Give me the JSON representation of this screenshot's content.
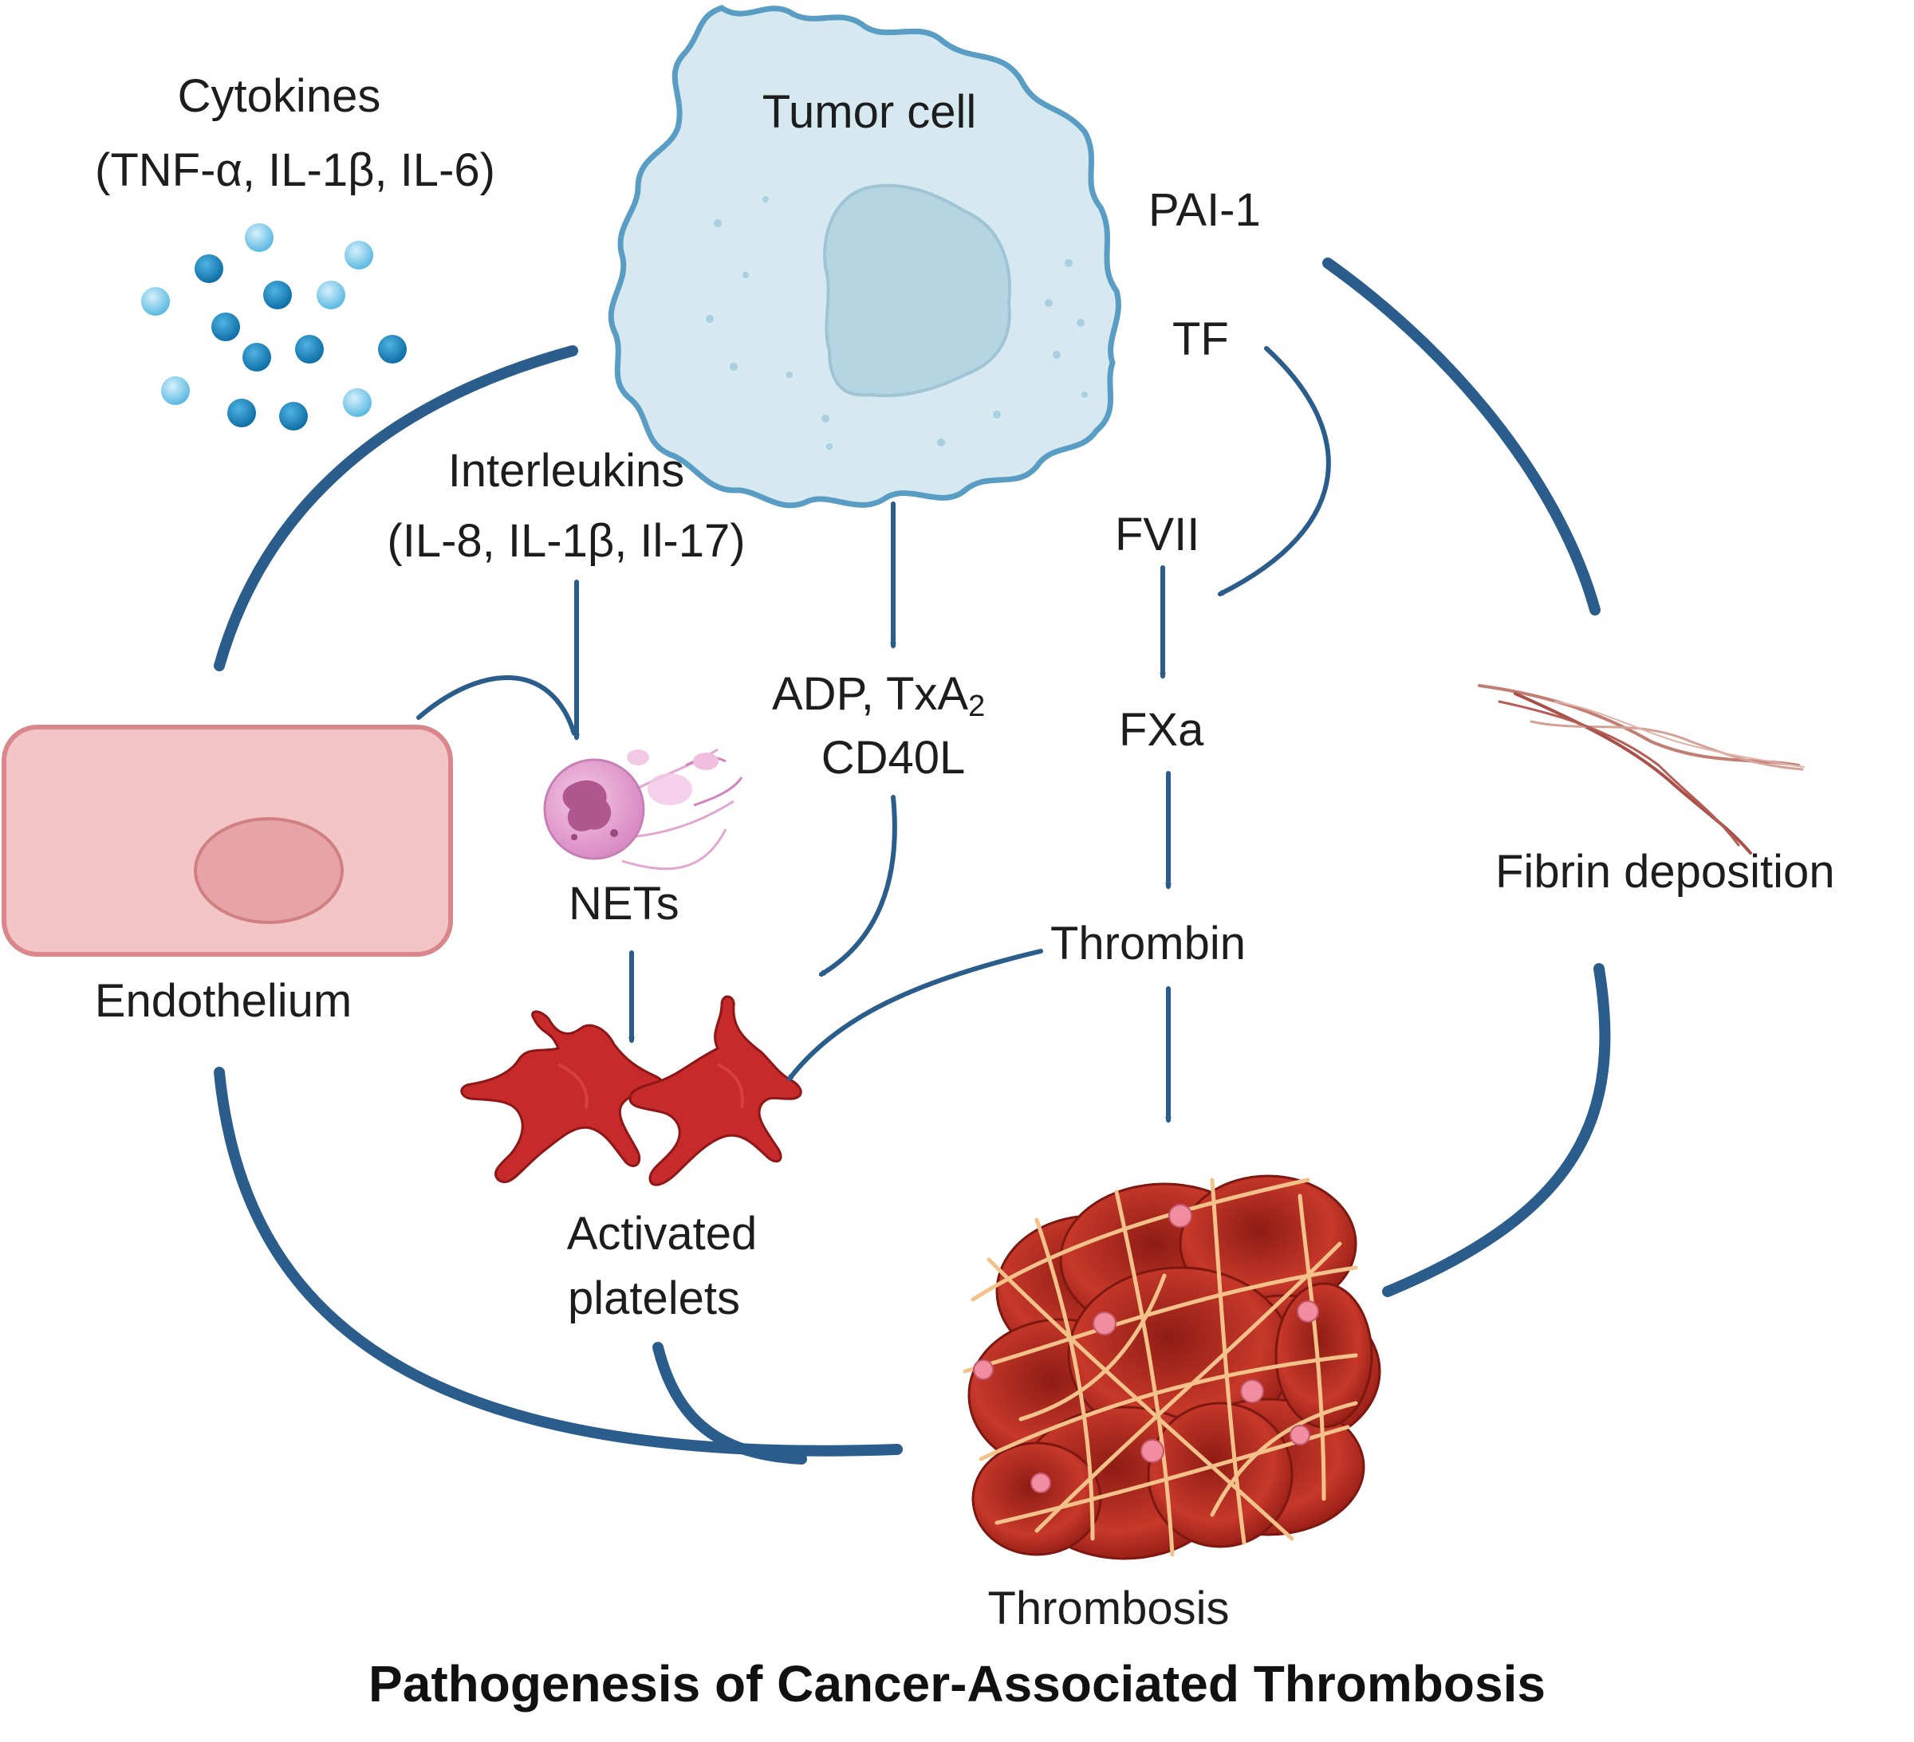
{
  "labels": {
    "cytokines": "Cytokines",
    "cytokines_detail": "(TNF-α, IL-1β, IL-6)",
    "tumor_cell": "Tumor cell",
    "pai1": "PAI-1",
    "tf": "TF",
    "interleukins": "Interleukins",
    "interleukins_detail": "(IL-8, IL-1β, Il-17)",
    "fvii": "FVII",
    "adp": "ADP, TxA",
    "adp_sub": "2",
    "cd40l": "CD40L",
    "fxa": "FXa",
    "nets": "NETs",
    "fibrin": "Fibrin deposition",
    "endothelium": "Endothelium",
    "thrombin": "Thrombin",
    "activated": "Activated",
    "platelets": "platelets",
    "thrombosis": "Thrombosis"
  },
  "title": "Pathogenesis of Cancer-Associated Thrombosis",
  "colors": {
    "arrow": "#2b5d8c",
    "tumor_fill": "#d6e8f0",
    "tumor_stroke": "#5a9dc4",
    "endothelium_fill": "#f4c5c6",
    "endothelium_stroke": "#d9878a",
    "platelet": "#c62a2a",
    "thrombus": "#b8271f",
    "cytokine_dark": "#1e82b8",
    "cytokine_light": "#8fd0ec"
  }
}
